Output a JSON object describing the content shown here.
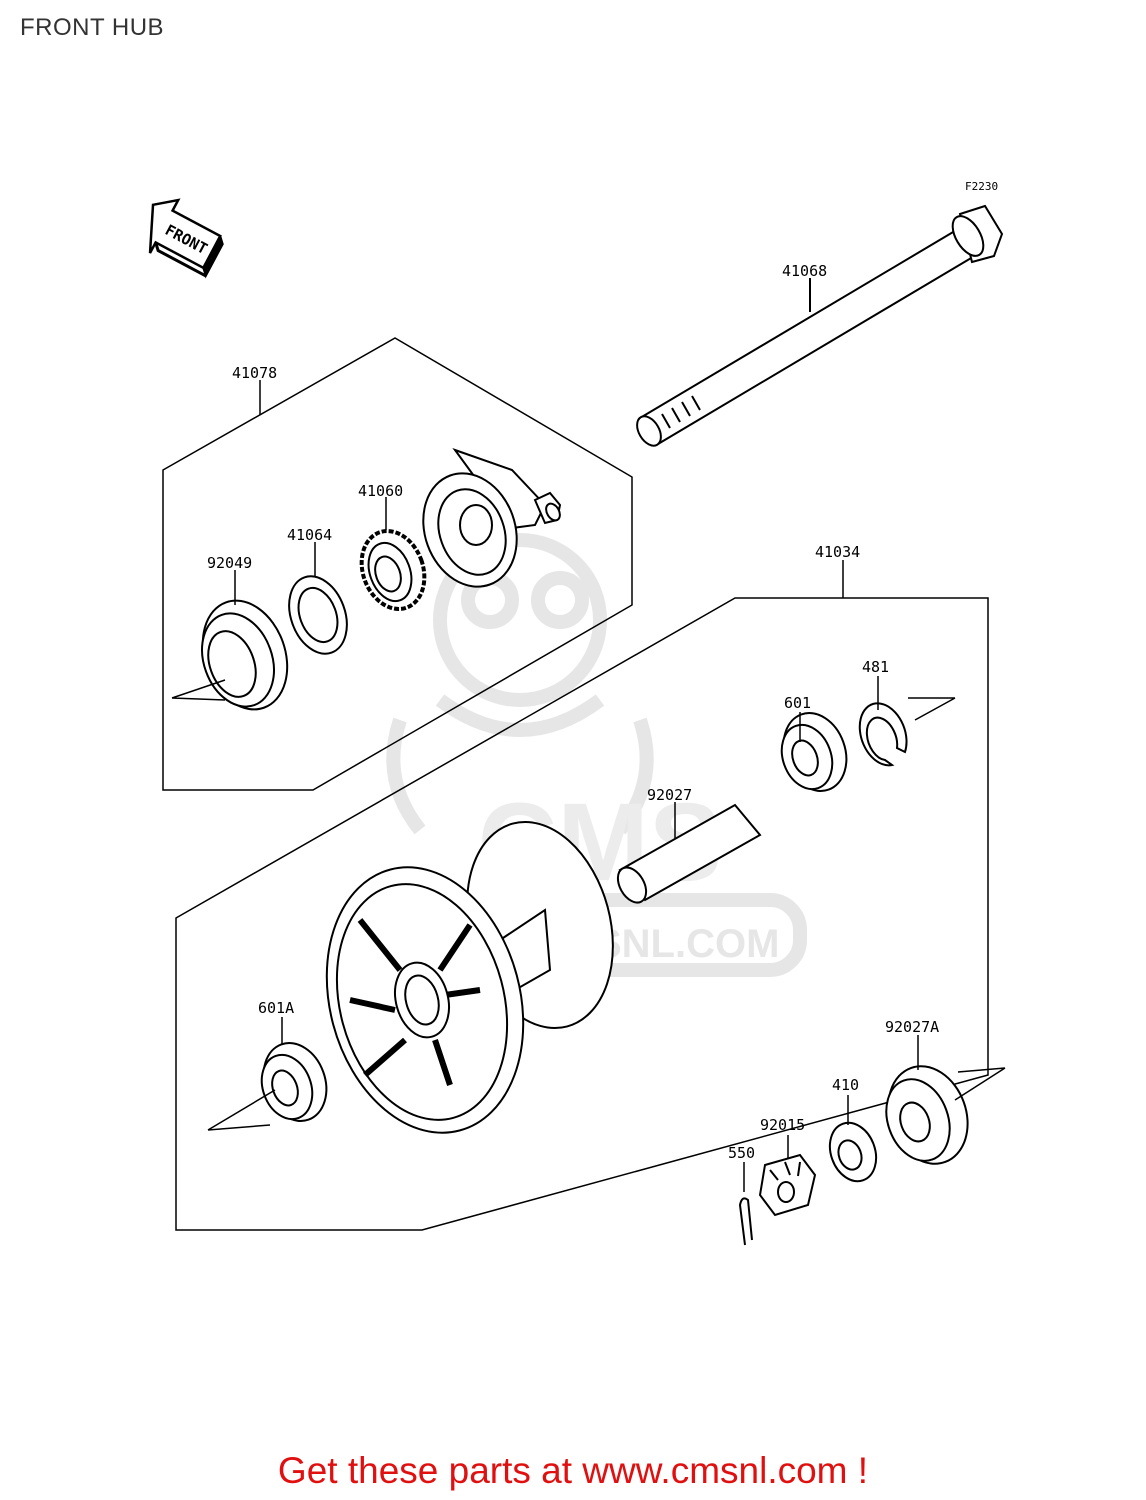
{
  "page": {
    "title": "FRONT HUB"
  },
  "diagram": {
    "code": "F2230",
    "direction_label": "FRONT",
    "watermark": {
      "main": "CMS",
      "url": "WWW.CMSNL.COM"
    },
    "parts": {
      "p41068": "41068",
      "p41078": "41078",
      "p41060": "41060",
      "p41064": "41064",
      "p92049": "92049",
      "p41034": "41034",
      "p481": "481",
      "p601": "601",
      "p92027": "92027",
      "p601A": "601A",
      "p92027A": "92027A",
      "p410": "410",
      "p92015": "92015",
      "p550": "550"
    }
  },
  "footer": {
    "text": "Get these parts at www.cmsnl.com !"
  },
  "colors": {
    "footer": "#e01010",
    "line": "#000000",
    "watermark": "#e6e6e6"
  }
}
